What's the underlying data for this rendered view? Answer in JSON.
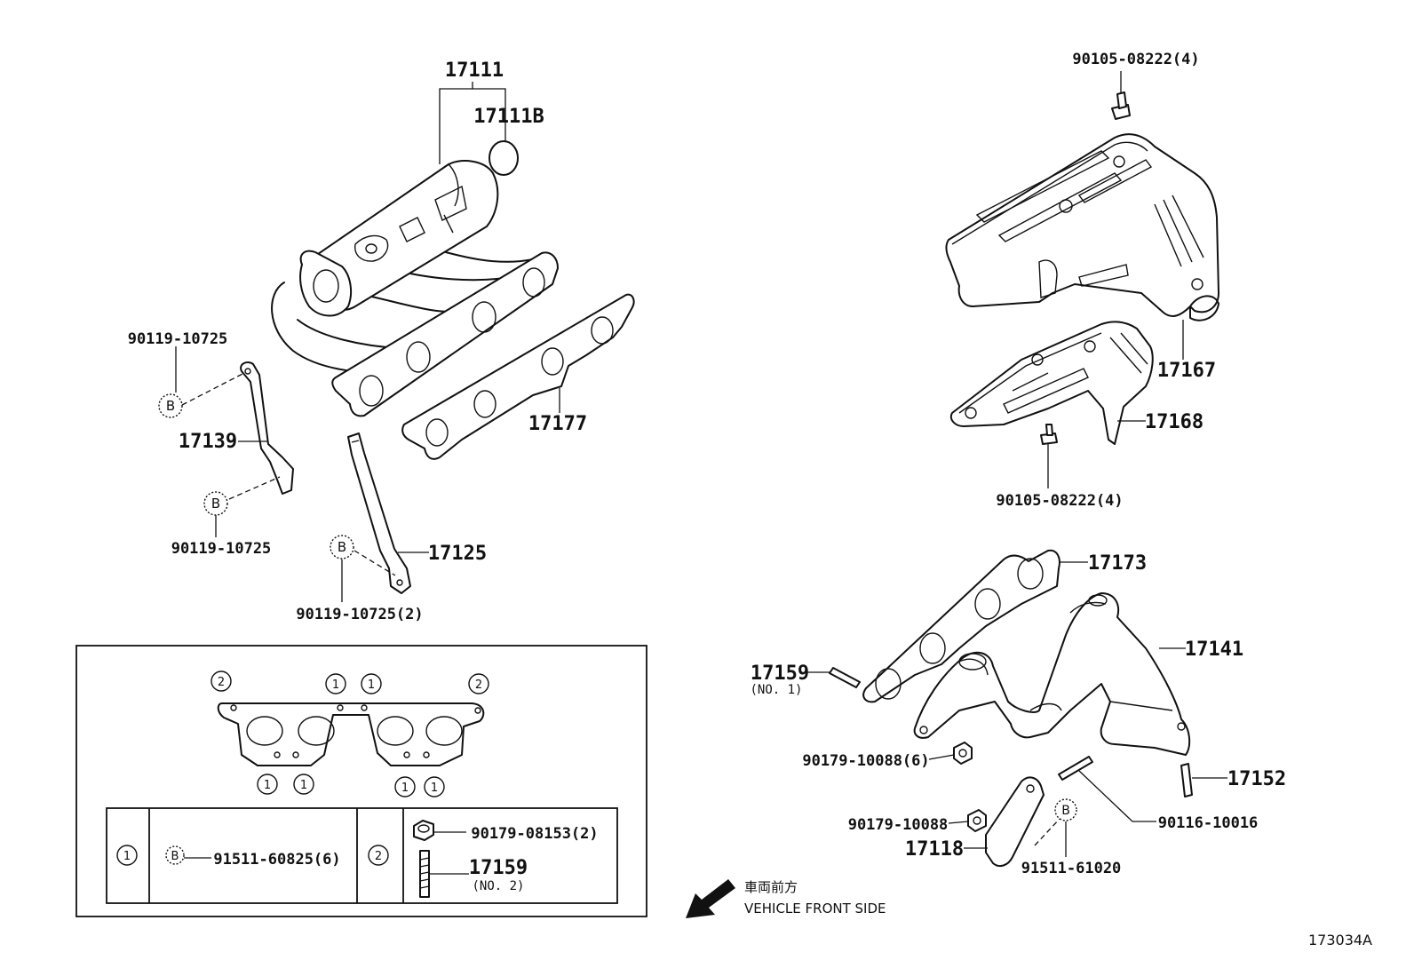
{
  "callouts": {
    "intake_manifold": "17111",
    "intake_cap": "17111B",
    "intake_gasket": "17177",
    "bolt_stay_upper": "90119-10725",
    "stay_17139": "17139",
    "bolt_stay_lower": "90119-10725",
    "stay_17125": "17125",
    "bolt_stay_17125": "90119-10725(2)",
    "heat_insulator_upper": "17167",
    "heat_insulator_lower": "17168",
    "insulator_bolt_top": "90105-08222(4)",
    "insulator_bolt_bottom": "90105-08222(4)",
    "exhaust_gasket": "17173",
    "exhaust_manifold": "17141",
    "stud_17159": "17159",
    "stud_17159_note": "(NO. 1)",
    "nut_6": "90179-10088(6)",
    "stud_17152": "17152",
    "stud_90116": "90116-10016",
    "nut_single": "90179-10088",
    "bracket_17118": "17118",
    "bolt_91511": "91511-61020"
  },
  "b_marker": "B",
  "legend": {
    "gasket_markers": [
      "2",
      "1",
      "1",
      "2",
      "1",
      "1",
      "1",
      "1"
    ],
    "row1_key": "1",
    "row1_marker": "B",
    "row1_part": "91511-60825(6)",
    "row2_key": "2",
    "row2_part_a": "90179-08153(2)",
    "row2_part_b": "17159",
    "row2_part_b_note": "(NO. 2)"
  },
  "direction": {
    "japanese": "車両前方",
    "english": "VEHICLE FRONT SIDE"
  },
  "figure_ref": "173034A"
}
